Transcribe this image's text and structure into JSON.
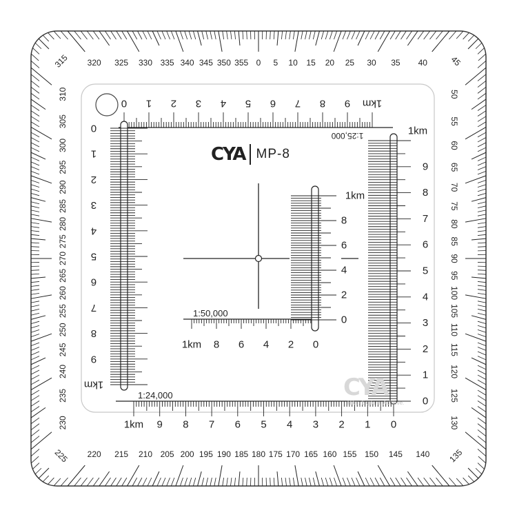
{
  "brand": {
    "logo": "CYA",
    "model": "MP-8"
  },
  "watermark": {
    "logo": "CYA",
    "tagline": "Hike. Explore. Achieve."
  },
  "compass": {
    "degree_step": 1,
    "label_step": 5,
    "labels": [
      "0",
      "5",
      "10",
      "15",
      "20",
      "25",
      "30",
      "35",
      "40",
      "45",
      "50",
      "55",
      "60",
      "65",
      "70",
      "75",
      "80",
      "85",
      "90",
      "95",
      "100",
      "105",
      "110",
      "115",
      "120",
      "125",
      "130",
      "135",
      "140",
      "145",
      "150",
      "155",
      "160",
      "165",
      "170",
      "175",
      "180",
      "185",
      "190",
      "195",
      "200",
      "205",
      "210",
      "215",
      "220",
      "225",
      "230",
      "235",
      "240",
      "245",
      "250",
      "255",
      "260",
      "265",
      "270",
      "275",
      "280",
      "285",
      "290",
      "295",
      "300",
      "305",
      "310",
      "315",
      "320",
      "325",
      "330",
      "335",
      "340",
      "345",
      "350",
      "355"
    ]
  },
  "scales": {
    "scale_25000": {
      "ratio": "1:25,000",
      "labels": [
        "0",
        "1",
        "2",
        "3",
        "4",
        "5",
        "6",
        "7",
        "8",
        "9",
        "1km"
      ],
      "vertical_labels": [
        "0",
        "1",
        "2",
        "3",
        "4",
        "5",
        "6",
        "7",
        "8",
        "9",
        "1km"
      ]
    },
    "scale_24000": {
      "ratio": "1:24,000",
      "labels": [
        "0",
        "1",
        "2",
        "3",
        "4",
        "5",
        "6",
        "7",
        "8",
        "9",
        "1km"
      ],
      "vertical_labels": [
        "0",
        "1",
        "2",
        "3",
        "4",
        "5",
        "6",
        "7",
        "8",
        "9",
        "1km"
      ]
    },
    "scale_50000": {
      "ratio": "1:50,000",
      "labels": [
        "0",
        "2",
        "4",
        "6",
        "8",
        "1km"
      ],
      "vertical_labels": [
        "0",
        "2",
        "4",
        "6",
        "8",
        "1km"
      ]
    }
  }
}
